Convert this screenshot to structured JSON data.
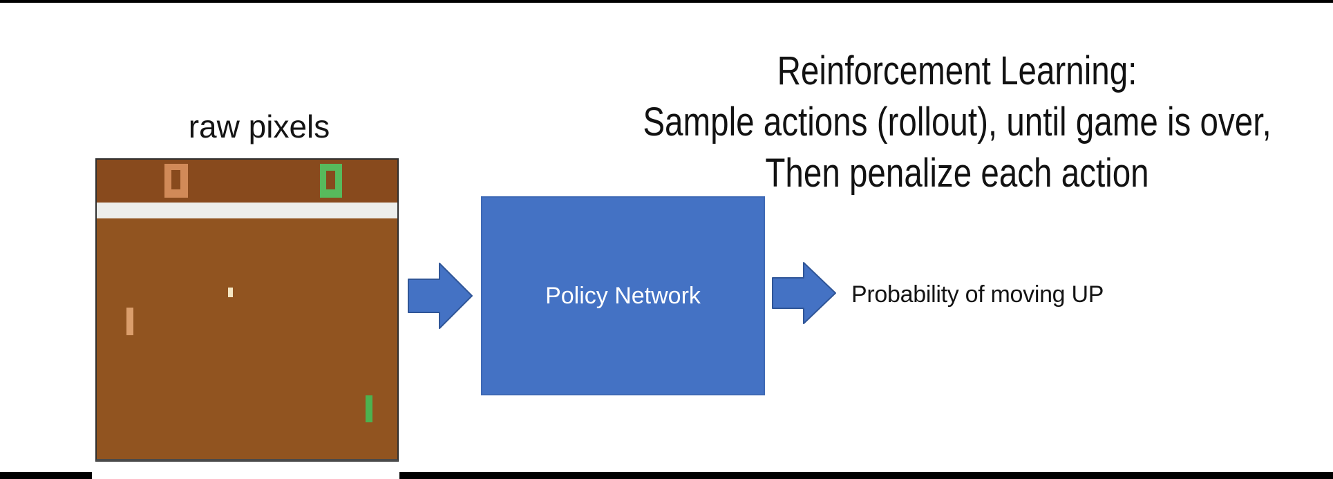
{
  "slide": {
    "title_lines": [
      "Reinforcement Learning:",
      "Sample actions (rollout), until game is over,",
      "Then penalize each action"
    ]
  },
  "game": {
    "label": "raw pixels",
    "left_score": "0",
    "right_score": "0"
  },
  "pipeline": {
    "policy_box_label": "Policy Network",
    "output_label": "Probability of moving UP"
  },
  "colors": {
    "accent_blue": "#4472c4",
    "arrow_border": "#2f5597",
    "field_brown": "#915420",
    "score_band_brown": "#884a1d",
    "divider_white": "#edeeeb",
    "left_score_orange": "#d18a58",
    "right_score_green": "#57ba5c",
    "left_paddle_tan": "#db9e6c",
    "right_paddle_green": "#4cb250",
    "ball_cream": "#f4e6c3",
    "frame_bar_black": "#000000"
  }
}
